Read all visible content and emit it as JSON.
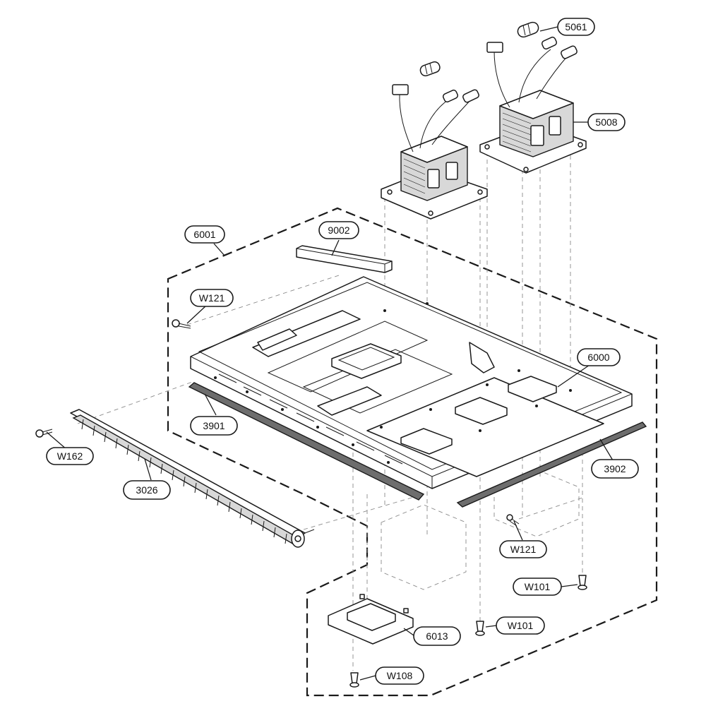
{
  "callouts": [
    {
      "id": "5061",
      "label": "5061"
    },
    {
      "id": "5008",
      "label": "5008"
    },
    {
      "id": "6001",
      "label": "6001"
    },
    {
      "id": "9002",
      "label": "9002"
    },
    {
      "id": "w121-top",
      "label": "W121"
    },
    {
      "id": "6000",
      "label": "6000"
    },
    {
      "id": "3901",
      "label": "3901"
    },
    {
      "id": "w162",
      "label": "W162"
    },
    {
      "id": "3026",
      "label": "3026"
    },
    {
      "id": "3902",
      "label": "3902"
    },
    {
      "id": "w121-bottom",
      "label": "W121"
    },
    {
      "id": "w101-right",
      "label": "W101"
    },
    {
      "id": "w101-center",
      "label": "W101"
    },
    {
      "id": "6013",
      "label": "6013"
    },
    {
      "id": "w108",
      "label": "W108"
    }
  ],
  "colors": {
    "line": "#1a1a1a",
    "shading": "#d8d8d8",
    "dark_shading": "#6d6d6d",
    "background": "#ffffff"
  }
}
